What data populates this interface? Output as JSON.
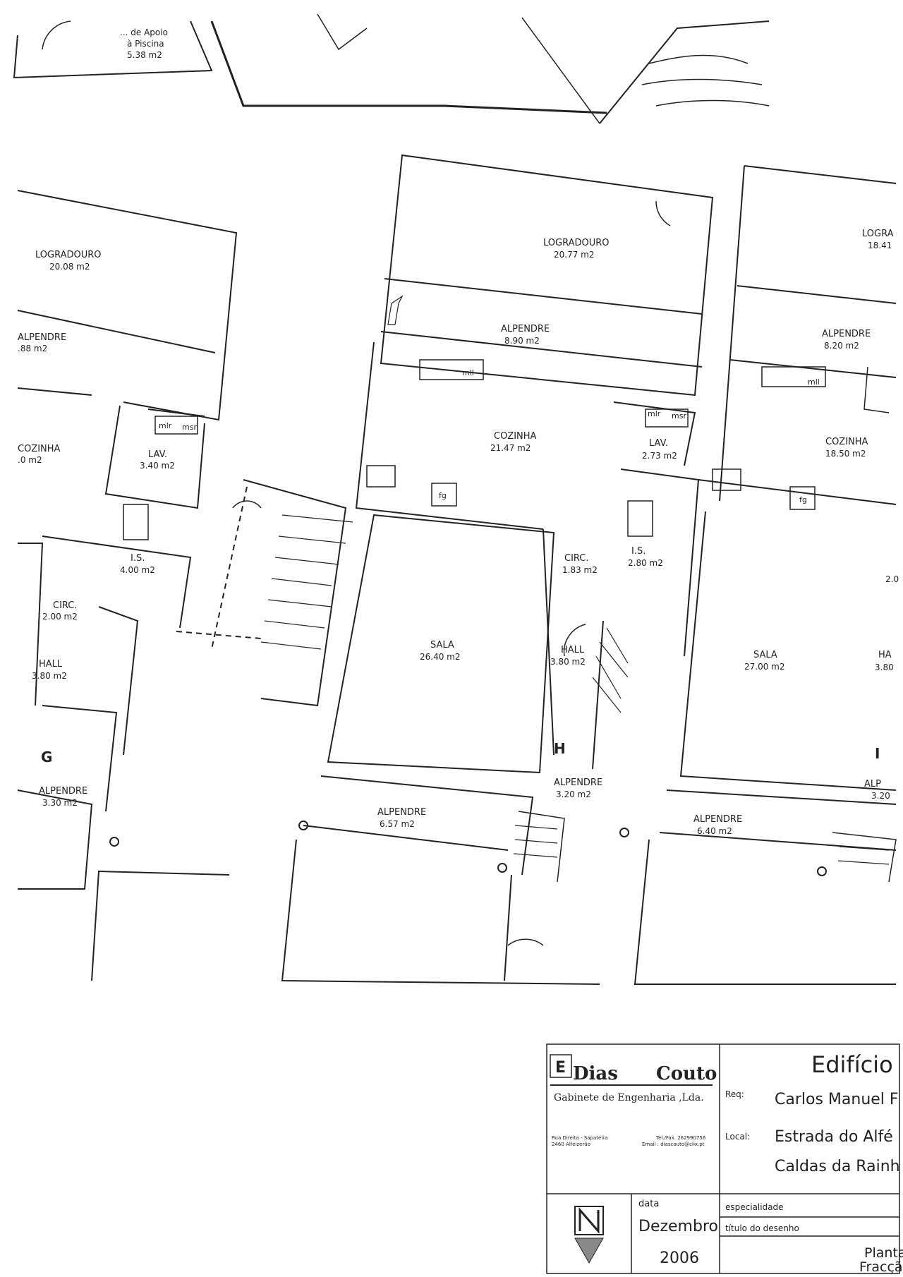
{
  "top_area": {
    "name_prefix": "... de Apoio",
    "name_suffix": "à Piscina",
    "area": "5.38 m2"
  },
  "units": [
    {
      "id": "G",
      "logradouro": {
        "name": "LOGRADOURO",
        "area": "20.08 m2"
      },
      "alpendre_top": {
        "name": "ALPENDRE",
        "area": ".88 m2"
      },
      "cozinha": {
        "name": "COZINHA",
        "area": ".0 m2"
      },
      "lav": {
        "name": "LAV.",
        "area": "3.40 m2"
      },
      "is": {
        "name": "I.S.",
        "area": "4.00 m2"
      },
      "circ": {
        "name": "CIRC.",
        "area": "2.00 m2"
      },
      "hall": {
        "name": "HALL",
        "area": "3.80 m2"
      },
      "alpendre_bottom": {
        "name": "ALPENDRE",
        "area": "3.30 m2"
      }
    },
    {
      "id": "H",
      "logradouro": {
        "name": "LOGRADOURO",
        "area": "20.77 m2"
      },
      "alpendre_top": {
        "name": "ALPENDRE",
        "area": "8.90 m2"
      },
      "cozinha": {
        "name": "COZINHA",
        "area": "21.47 m2"
      },
      "lav": {
        "name": "LAV.",
        "area": "2.73 m2"
      },
      "is": {
        "name": "I.S.",
        "area": "2.80 m2"
      },
      "circ": {
        "name": "CIRC.",
        "area": "1.83 m2"
      },
      "hall": {
        "name": "HALL",
        "area": "3.80 m2"
      },
      "sala": {
        "name": "SALA",
        "area": "26.40 m2"
      },
      "alpendre_sala": {
        "name": "ALPENDRE",
        "area": "6.57 m2"
      },
      "alpendre_bottom": {
        "name": "ALPENDRE",
        "area": "3.20 m2"
      }
    },
    {
      "id": "I",
      "logradouro": {
        "name": "LOGRA",
        "area": "18.41"
      },
      "alpendre_top": {
        "name": "ALPENDRE",
        "area": "8.20 m2"
      },
      "cozinha": {
        "name": "COZINHA",
        "area": "18.50 m2"
      },
      "hall": {
        "name": "HA",
        "area": "3.80"
      },
      "sala": {
        "name": "SALA",
        "area": "27.00 m2"
      },
      "alpendre_sala": {
        "name": "ALPENDRE",
        "area": "6.40 m2"
      },
      "alpendre_bottom": {
        "name": "ALP",
        "area": "3.20"
      },
      "circ_partial": "2.0"
    }
  ],
  "fixtures": {
    "mlr": "mlr",
    "msr": "msr",
    "ml": "mll",
    "fg": "fg"
  },
  "title_block": {
    "company_first": "E",
    "company_name1": "Dias",
    "company_name2": "Couto",
    "company_sub": "Gabinete de Engenharia ,Lda.",
    "address1": "Rua Direita - Sapateira",
    "address2": "2460 Alfeizerão",
    "contact1": "Tel./Fax. 262990756",
    "contact2": "Email : diascouto@clix.pt",
    "title": "Edifício",
    "req_label": "Req:",
    "req_value": "Carlos Manuel F",
    "local_label": "Local:",
    "local_value1": "Estrada do Alfé",
    "local_value2": "Caldas da Rainh",
    "date_label": "data",
    "date_month": "Dezembro",
    "date_year": "2006",
    "spec_label": "especialidade",
    "drawing_title_label": "título do desenho",
    "drawing_title1": "Planta",
    "drawing_title2": "Fracçã"
  }
}
